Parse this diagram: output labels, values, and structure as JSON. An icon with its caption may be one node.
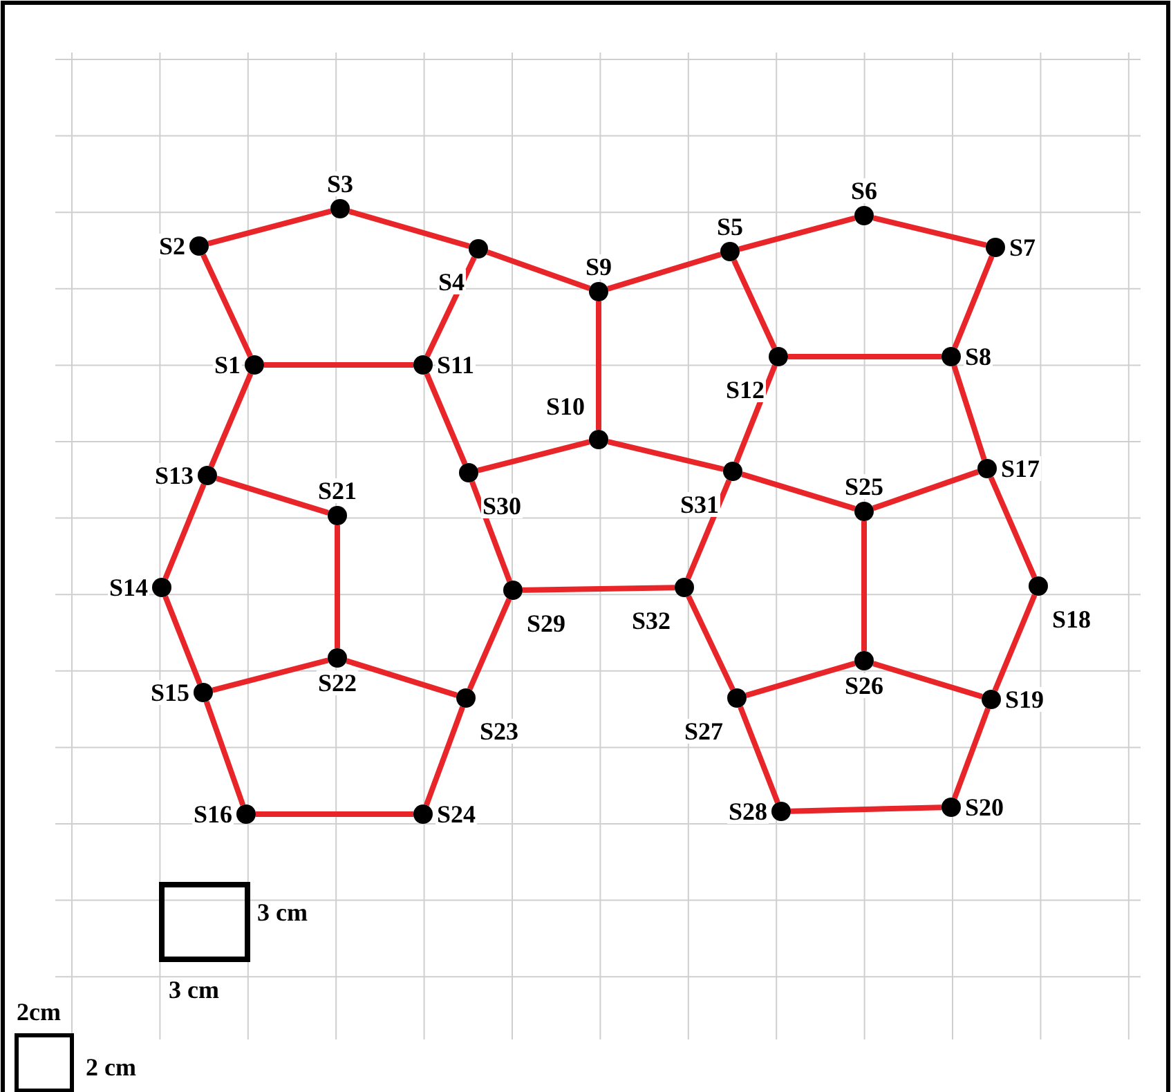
{
  "diagram": {
    "nodes": [
      {
        "text": [
          "S1"
        ]
      },
      {
        "text": [
          "S2"
        ]
      },
      {
        "text": [
          "S3"
        ]
      },
      {
        "text": [
          "S4"
        ]
      },
      {
        "text": [
          "S5"
        ]
      },
      {
        "text": [
          "S6"
        ]
      },
      {
        "text": [
          "S7"
        ]
      },
      {
        "text": [
          "S8"
        ]
      },
      {
        "text": [
          "S9"
        ]
      },
      {
        "text": [
          "S10"
        ]
      },
      {
        "text": [
          "S11"
        ]
      },
      {
        "text": [
          "S12"
        ]
      },
      {
        "text": [
          "S13"
        ]
      },
      {
        "text": [
          "S14"
        ]
      },
      {
        "text": [
          "S15"
        ]
      },
      {
        "text": [
          "S16"
        ]
      },
      {
        "text": [
          "S17"
        ]
      },
      {
        "text": [
          "S18"
        ]
      },
      {
        "text": [
          "S19"
        ]
      },
      {
        "text": [
          "S20"
        ]
      },
      {
        "text": [
          "S21"
        ]
      },
      {
        "text": [
          "S22"
        ]
      },
      {
        "text": [
          "S23"
        ]
      },
      {
        "text": [
          "S24"
        ]
      },
      {
        "text": [
          "S25"
        ]
      },
      {
        "text": [
          "S26"
        ]
      },
      {
        "text": [
          "S27"
        ]
      },
      {
        "text": [
          "S28"
        ]
      },
      {
        "text": [
          "S29"
        ]
      },
      {
        "text": [
          "S30"
        ]
      },
      {
        "text": [
          "S31"
        ]
      },
      {
        "text": [
          "S32"
        ]
      }
    ],
    "edges": [
      {
        "from": 1,
        "to": 2,
        "arrow": "none"
      },
      {
        "from": 2,
        "to": 3,
        "arrow": "none"
      },
      {
        "from": 3,
        "to": 8,
        "arrow": "none"
      },
      {
        "from": 8,
        "to": 4,
        "arrow": "none"
      },
      {
        "from": 4,
        "to": 5,
        "arrow": "none"
      },
      {
        "from": 5,
        "to": 6,
        "arrow": "none"
      },
      {
        "from": 1,
        "to": 0,
        "arrow": "none"
      },
      {
        "from": 0,
        "to": 10,
        "arrow": "none"
      },
      {
        "from": 10,
        "to": 3,
        "arrow": "none"
      },
      {
        "from": 8,
        "to": 9,
        "arrow": "none"
      },
      {
        "from": 4,
        "to": 11,
        "arrow": "none"
      },
      {
        "from": 11,
        "to": 7,
        "arrow": "none"
      },
      {
        "from": 7,
        "to": 6,
        "arrow": "none"
      },
      {
        "from": 0,
        "to": 12,
        "arrow": "none"
      },
      {
        "from": 12,
        "to": 20,
        "arrow": "none"
      },
      {
        "from": 10,
        "to": 29,
        "arrow": "none"
      },
      {
        "from": 9,
        "to": 29,
        "arrow": "none"
      },
      {
        "from": 9,
        "to": 30,
        "arrow": "none"
      },
      {
        "from": 11,
        "to": 30,
        "arrow": "none"
      },
      {
        "from": 7,
        "to": 16,
        "arrow": "none"
      },
      {
        "from": 30,
        "to": 24,
        "arrow": "none"
      },
      {
        "from": 24,
        "to": 16,
        "arrow": "none"
      },
      {
        "from": 12,
        "to": 13,
        "arrow": "none"
      },
      {
        "from": 20,
        "to": 21,
        "arrow": "none"
      },
      {
        "from": 29,
        "to": 28,
        "arrow": "none"
      },
      {
        "from": 28,
        "to": 31,
        "arrow": "none"
      },
      {
        "from": 30,
        "to": 31,
        "arrow": "none"
      },
      {
        "from": 24,
        "to": 25,
        "arrow": "none"
      },
      {
        "from": 16,
        "to": 17,
        "arrow": "none"
      },
      {
        "from": 13,
        "to": 14,
        "arrow": "none"
      },
      {
        "from": 14,
        "to": 21,
        "arrow": "none"
      },
      {
        "from": 21,
        "to": 22,
        "arrow": "none"
      },
      {
        "from": 22,
        "to": 28,
        "arrow": "none"
      },
      {
        "from": 31,
        "to": 26,
        "arrow": "none"
      },
      {
        "from": 26,
        "to": 25,
        "arrow": "none"
      },
      {
        "from": 25,
        "to": 18,
        "arrow": "none"
      },
      {
        "from": 17,
        "to": 18,
        "arrow": "none"
      },
      {
        "from": 14,
        "to": 15,
        "arrow": "none"
      },
      {
        "from": 15,
        "to": 23,
        "arrow": "none"
      },
      {
        "from": 23,
        "to": 22,
        "arrow": "none"
      },
      {
        "from": 26,
        "to": 27,
        "arrow": "none"
      },
      {
        "from": 27,
        "to": 19,
        "arrow": "none"
      },
      {
        "from": 19,
        "to": 18,
        "arrow": "none"
      }
    ],
    "labels": [
      "3 cm",
      "3 cm",
      "2cm",
      "2 cm"
    ]
  }
}
